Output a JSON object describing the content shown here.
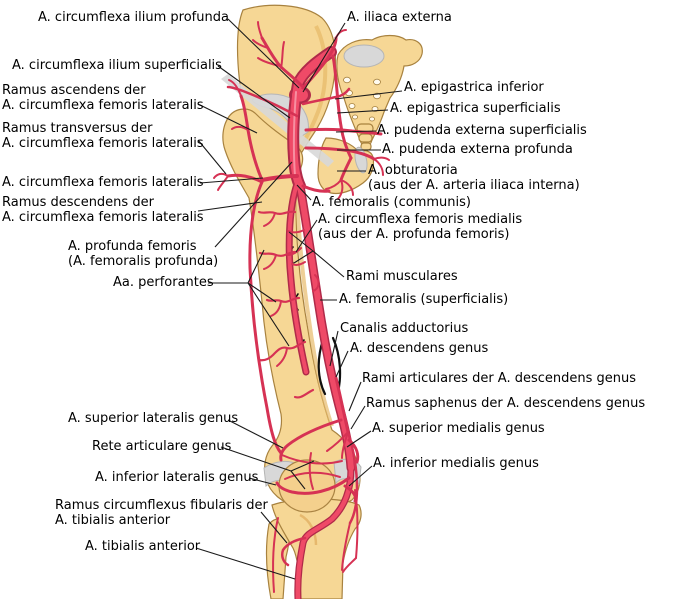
{
  "figure_colors": {
    "background": "#ffffff",
    "artery_bright": "#ef4a67",
    "artery_dark": "#b02a49",
    "artery_branch": "#d63254",
    "bone": "#f6d795",
    "bone_shade": "#e7bb6b",
    "bone_outline": "#a8823f",
    "cartilage": "#d8d8d8",
    "leader_line": "#1a1a1a",
    "label_text": "#000000"
  },
  "labels": [
    {
      "id": "a-circumflexa-ilium-profunda",
      "text": "A. circumflexa ilium profunda"
    },
    {
      "id": "a-circumflexa-ilium-superficialis",
      "text": "A. circumflexa ilium superficialis"
    },
    {
      "id": "ramus-ascendens-der-a-circumflexa-femoris-lateralis",
      "text": "Ramus ascendens der\nA. circumflexa femoris lateralis"
    },
    {
      "id": "ramus-transversus-der-a-circumflexa-femoris-lateralis",
      "text": "Ramus transversus der\nA. circumflexa femoris lateralis"
    },
    {
      "id": "a-circumflexa-femoris-lateralis",
      "text": "A. circumflexa femoris lateralis"
    },
    {
      "id": "ramus-descendens-der-a-circumflexa-femoris-lateralis",
      "text": "Ramus descendens der\nA. circumflexa femoris lateralis"
    },
    {
      "id": "a-profunda-femoris",
      "text": "A. profunda femoris\n(A. femoralis profunda)"
    },
    {
      "id": "aa-perforantes",
      "text": "Aa. perforantes"
    },
    {
      "id": "a-superior-lateralis-genus",
      "text": "A. superior lateralis genus"
    },
    {
      "id": "rete-articulare-genus",
      "text": "Rete articulare genus"
    },
    {
      "id": "a-inferior-lateralis-genus",
      "text": "A. inferior lateralis genus"
    },
    {
      "id": "ramus-circumflexus-fibularis-der-a-tibialis-anterior",
      "text": "Ramus circumflexus fibularis der\nA. tibialis anterior"
    },
    {
      "id": "a-tibialis-anterior",
      "text": "A. tibialis anterior"
    },
    {
      "id": "a-iliaca-externa",
      "text": "A. iliaca externa"
    },
    {
      "id": "a-epigastrica-inferior",
      "text": "A. epigastrica inferior"
    },
    {
      "id": "a-epigastrica-superficialis",
      "text": "A. epigastrica superficialis"
    },
    {
      "id": "a-pudenda-externa-superficialis",
      "text": "A. pudenda externa superficialis"
    },
    {
      "id": "a-pudenda-externa-profunda",
      "text": "A. pudenda externa profunda"
    },
    {
      "id": "a-obturatoria",
      "text": "A. obturatoria\n(aus der A. arteria iliaca interna)"
    },
    {
      "id": "a-femoralis-communis",
      "text": "A. femoralis (communis)"
    },
    {
      "id": "a-circumflexa-femoris-medialis",
      "text": "A. circumflexa femoris medialis\n(aus der A. profunda femoris)"
    },
    {
      "id": "rami-musculares",
      "text": "Rami musculares"
    },
    {
      "id": "a-femoralis-superficialis",
      "text": "A. femoralis (superficialis)"
    },
    {
      "id": "canalis-adductorius",
      "text": "Canalis adductorius"
    },
    {
      "id": "a-descendens-genus",
      "text": "A. descendens genus"
    },
    {
      "id": "rami-articulares-der-a-descendens-genus",
      "text": "Rami articulares der A. descendens genus"
    },
    {
      "id": "ramus-saphenus-der-a-descendens-genus",
      "text": "Ramus saphenus der A. descendens genus"
    },
    {
      "id": "a-superior-medialis-genus",
      "text": "A. superior medialis genus"
    },
    {
      "id": "a-inferior-medialis-genus",
      "text": "A. inferior medialis genus"
    }
  ]
}
